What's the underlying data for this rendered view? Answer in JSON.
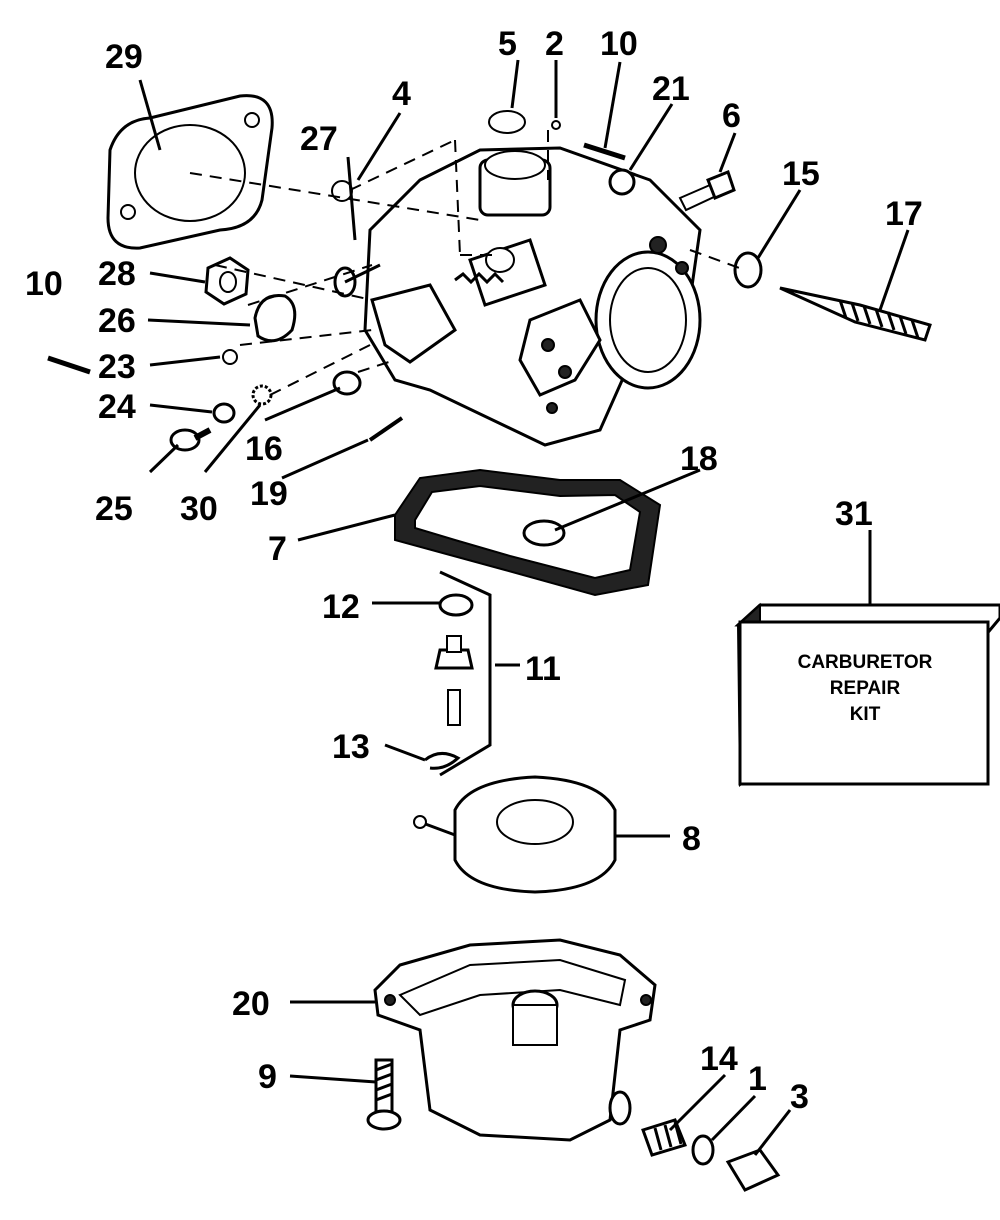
{
  "labels": {
    "l1": "1",
    "l2": "2",
    "l3": "3",
    "l4": "4",
    "l5": "5",
    "l6": "6",
    "l7": "7",
    "l8": "8",
    "l9": "9",
    "l10a": "10",
    "l10b": "10",
    "l11": "11",
    "l12": "12",
    "l13": "13",
    "l14": "14",
    "l15": "15",
    "l16": "16",
    "l17": "17",
    "l18": "18",
    "l19": "19",
    "l20": "20",
    "l21": "21",
    "l23": "23",
    "l24": "24",
    "l25": "25",
    "l26": "26",
    "l27": "27",
    "l28": "28",
    "l29": "29",
    "l30": "30",
    "l31": "31"
  },
  "kit": {
    "line1": "CARBURETOR",
    "line2": "REPAIR",
    "line3": "KIT"
  }
}
